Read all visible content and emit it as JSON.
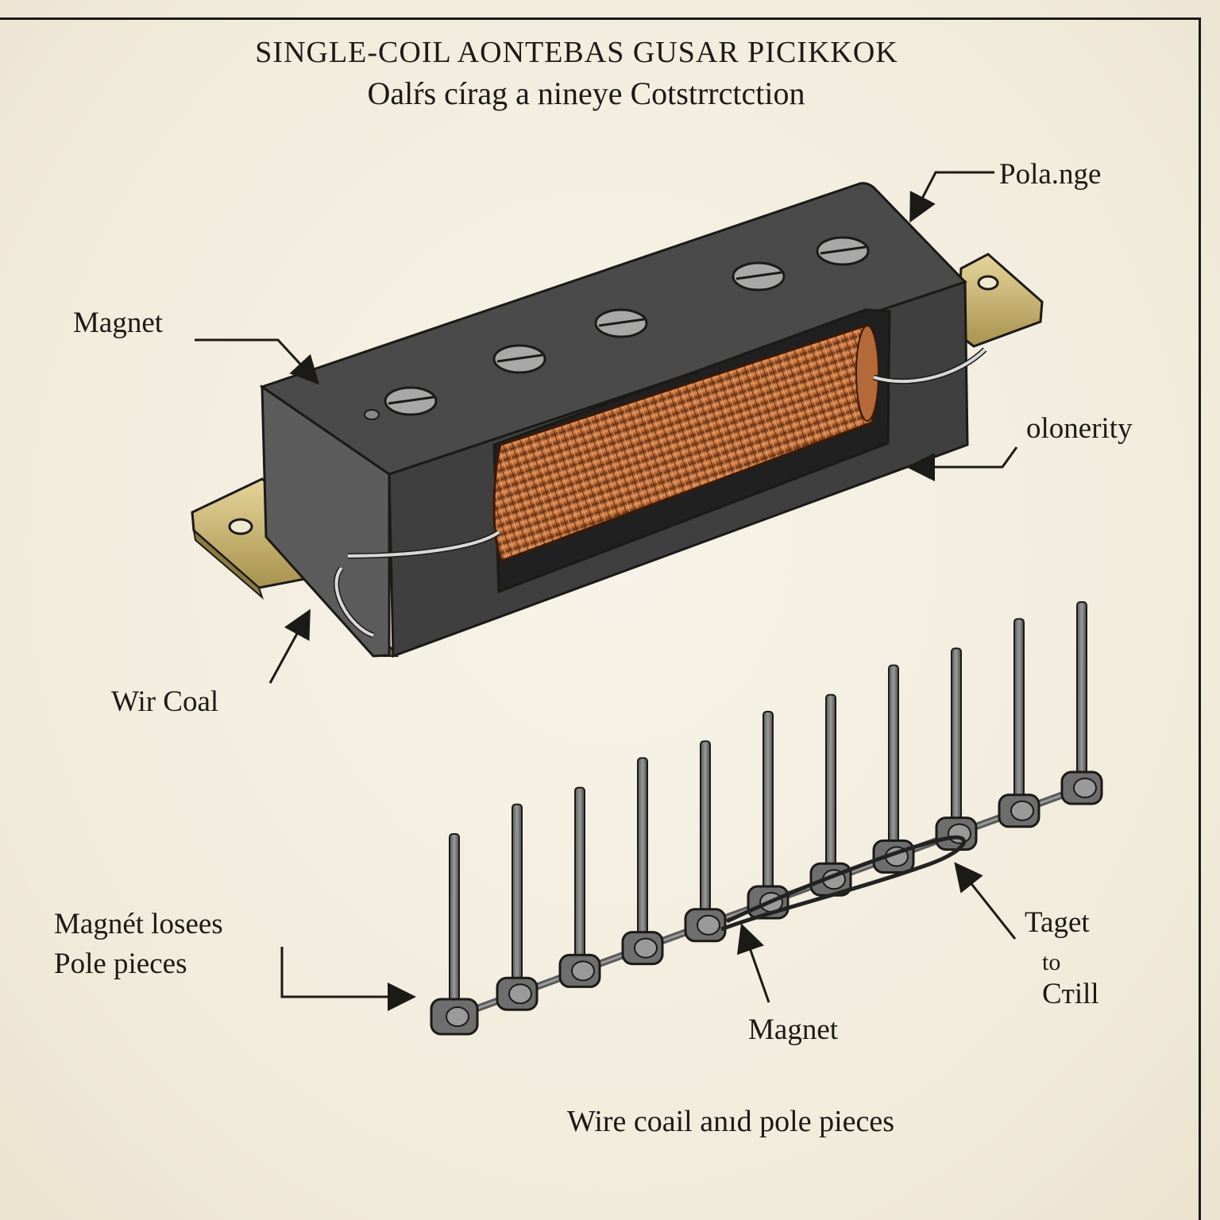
{
  "header": {
    "title": "SINGLE-COIL AONTEBAS GUSAR PICIKKOK",
    "subtitle": "Oalŕs círag a nineye Cotstrrctction"
  },
  "labels": {
    "pola_nge": "Pola.nge",
    "magnet_top": "Magnet",
    "olonerity": "olonerity",
    "wir_coal": "Wir Coal",
    "magnet_losees_line1": "Magnét losees",
    "magnet_losees_line2": "Pole pieces",
    "taget_line1": "Taget",
    "taget_line2": "to",
    "taget_line3": "Cтill",
    "magnet_bottom": "Magnet"
  },
  "caption": "Wire coail anıd pole pieces",
  "colors": {
    "paper": "#f4efe1",
    "ink": "#1c1a17",
    "body_dark": "#3a3a3a",
    "body_side": "#4a4a4a",
    "copper": "#b5622c",
    "brass": "#c9b77a",
    "pole_grey": "#8c8c8c"
  }
}
